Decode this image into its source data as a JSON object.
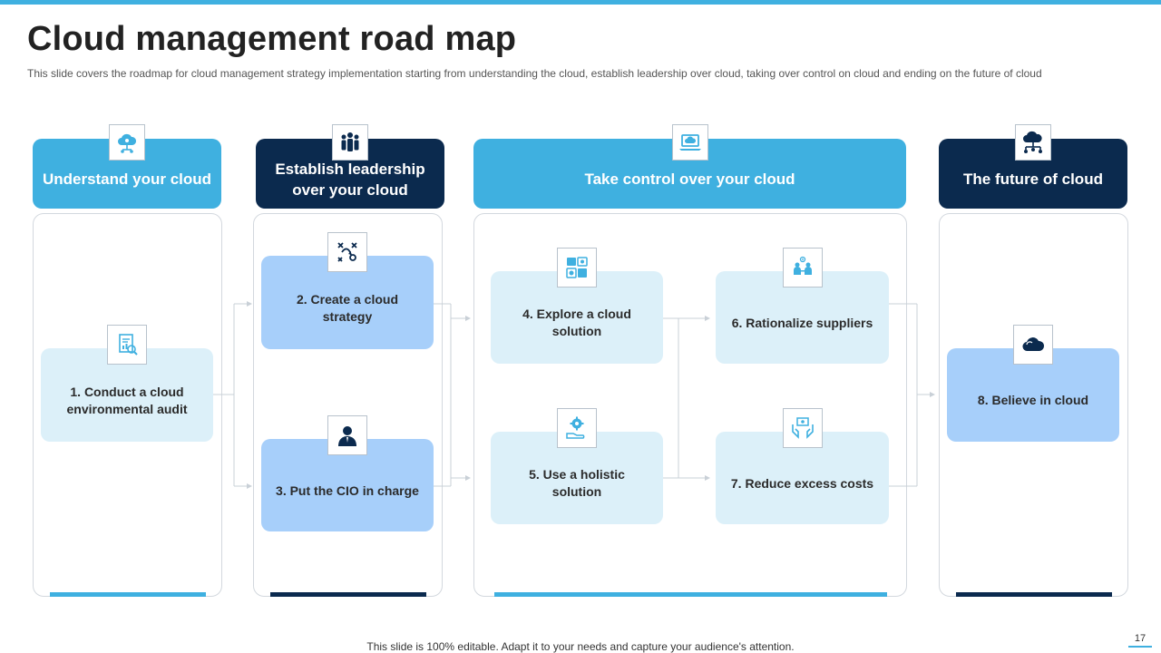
{
  "slide": {
    "title": "Cloud management road map",
    "subtitle": "This slide covers the roadmap for cloud management strategy implementation starting from understanding the cloud, establish leadership over cloud, taking over control on cloud and ending on the future of cloud",
    "footer": "This slide is 100% editable. Adapt it to your needs and capture your audience's attention.",
    "page_number": "17"
  },
  "colors": {
    "accent_light": "#3fb0e0",
    "accent_dark": "#0b2a4e",
    "card_pale": "#dcf0f9",
    "card_blue": "#a7cffa"
  },
  "phases": [
    {
      "label": "Understand your cloud",
      "icon": "cloud-network-icon"
    },
    {
      "label": "Establish leadership over your cloud",
      "icon": "team-leader-icon"
    },
    {
      "label": "Take control over your cloud",
      "icon": "cloud-laptop-icon"
    },
    {
      "label": "The future of cloud",
      "icon": "cloud-hierarchy-icon"
    }
  ],
  "steps": [
    {
      "label": "1. Conduct a cloud environmental audit",
      "icon": "audit-report-icon"
    },
    {
      "label": "2. Create a cloud strategy",
      "icon": "strategy-icon"
    },
    {
      "label": "3. Put the CIO in charge",
      "icon": "executive-icon"
    },
    {
      "label": "4. Explore a cloud solution",
      "icon": "dashboard-icon"
    },
    {
      "label": "5. Use  a holistic solution",
      "icon": "hand-gear-icon"
    },
    {
      "label": "6. Rationalize suppliers",
      "icon": "meeting-icon"
    },
    {
      "label": "7. Reduce excess costs",
      "icon": "hands-money-icon"
    },
    {
      "label": "8. Believe in cloud",
      "icon": "cloud-icon"
    }
  ]
}
